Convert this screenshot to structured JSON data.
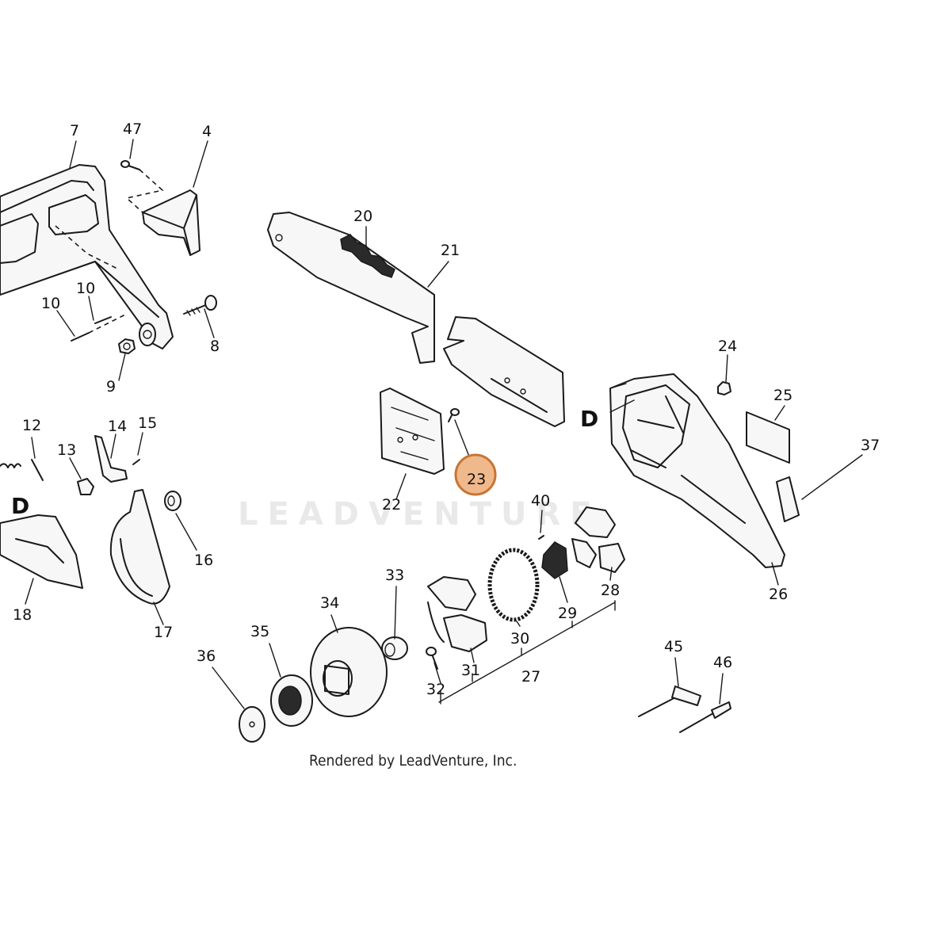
{
  "watermark": "LEADVENTURE",
  "credit": "Rendered by LeadVenture, Inc.",
  "highlight_color": "#f0b98c",
  "highlighted_part": "23",
  "callouts": {
    "p4": "4",
    "p7": "7",
    "p47": "47",
    "p8": "8",
    "p9": "9",
    "p10a": "10",
    "p10b": "10",
    "p12": "12",
    "p13": "13",
    "p14": "14",
    "p15": "15",
    "p16": "16",
    "p17": "17",
    "p18": "18",
    "p20": "20",
    "p21": "21",
    "p22": "22",
    "p23": "23",
    "p24": "24",
    "p25": "25",
    "p26": "26",
    "p27": "27",
    "p28": "28",
    "p29": "29",
    "p30": "30",
    "p31": "31",
    "p32": "32",
    "p33": "33",
    "p34": "34",
    "p35": "35",
    "p36": "36",
    "p37": "37",
    "p40": "40",
    "p45": "45",
    "p46": "46",
    "d_left": "D",
    "d_right": "D"
  }
}
